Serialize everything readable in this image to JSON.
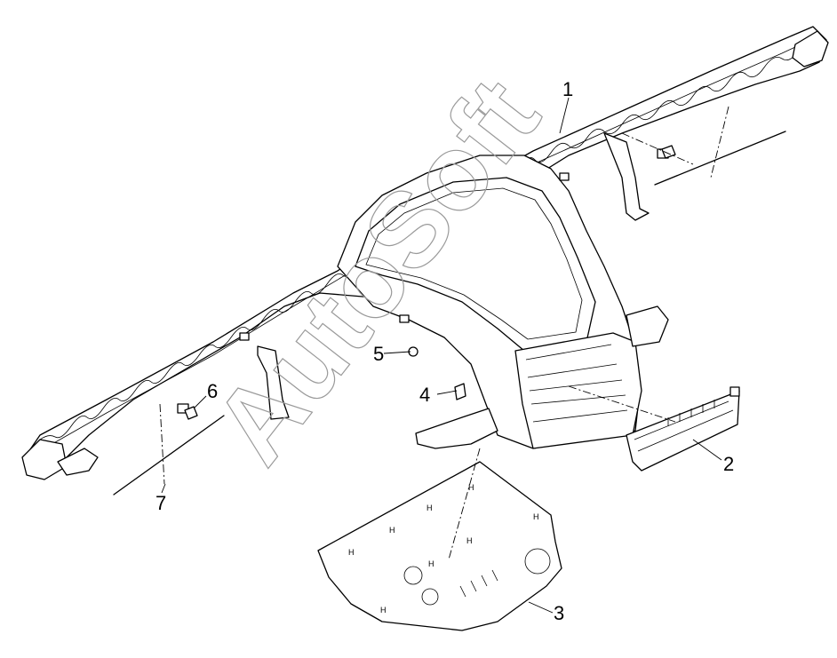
{
  "watermark": "AutoSoft",
  "callouts": [
    {
      "id": "1",
      "label": "1"
    },
    {
      "id": "2",
      "label": "2"
    },
    {
      "id": "3",
      "label": "3"
    },
    {
      "id": "4",
      "label": "4"
    },
    {
      "id": "5",
      "label": "5"
    },
    {
      "id": "6",
      "label": "6"
    },
    {
      "id": "7",
      "label": "7"
    }
  ],
  "colors": {
    "line": "#000000",
    "watermark": "#9a9a9a",
    "background": "#ffffff"
  }
}
